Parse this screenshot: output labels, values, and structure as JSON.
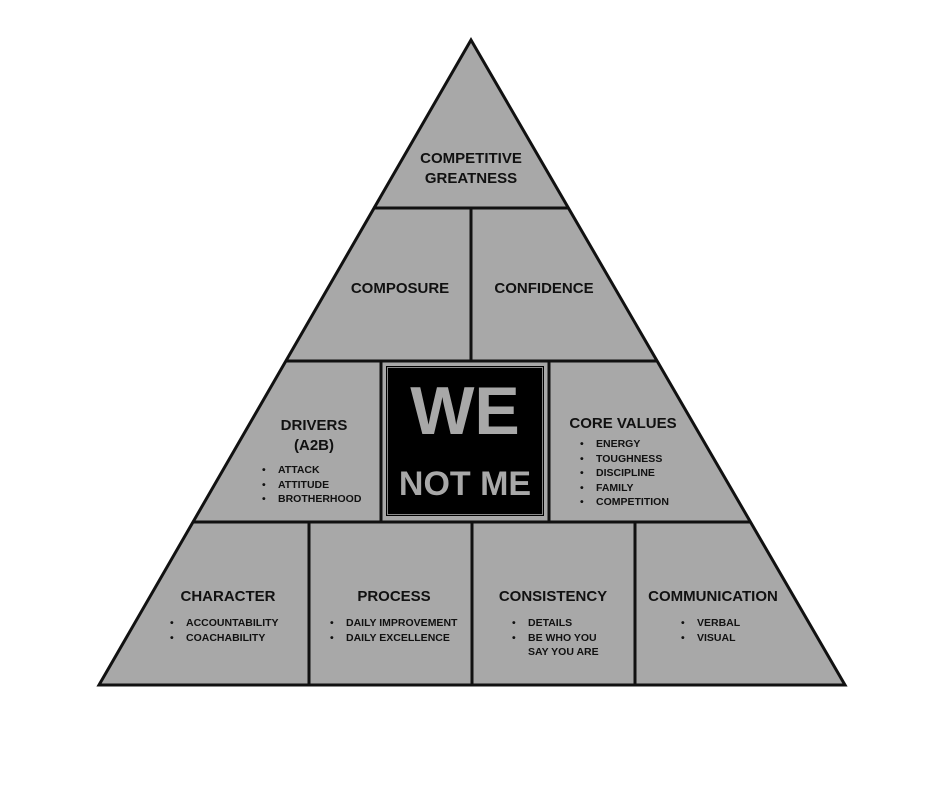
{
  "colors": {
    "fill": "#a8a8a8",
    "stroke": "#111111",
    "center": "#000000",
    "center_text": "#a8a8a8"
  },
  "apex": {
    "line1": "COMPETITIVE",
    "line2": "GREATNESS"
  },
  "tier2": {
    "left": "COMPOSURE",
    "right": "CONFIDENCE"
  },
  "tier3": {
    "drivers": {
      "line1": "DRIVERS",
      "line2": "(A2B)",
      "items": [
        "ATTACK",
        "ATTITUDE",
        "BROTHERHOOD"
      ]
    },
    "center": {
      "line1": "WE",
      "line2": "NOT ME"
    },
    "core_values": {
      "title": "CORE VALUES",
      "items": [
        "ENERGY",
        "TOUGHNESS",
        "DISCIPLINE",
        "FAMILY",
        "COMPETITION"
      ]
    }
  },
  "base": [
    {
      "title": "CHARACTER",
      "items": [
        "ACCOUNTABILITY",
        "COACHABILITY"
      ]
    },
    {
      "title": "PROCESS",
      "items": [
        "DAILY IMPROVEMENT",
        "DAILY EXCELLENCE"
      ]
    },
    {
      "title": "CONSISTENCY",
      "items": [
        "DETAILS",
        "BE WHO YOU SAY YOU ARE"
      ]
    },
    {
      "title": "COMMUNICATION",
      "items": [
        "VERBAL",
        "VISUAL"
      ]
    }
  ]
}
